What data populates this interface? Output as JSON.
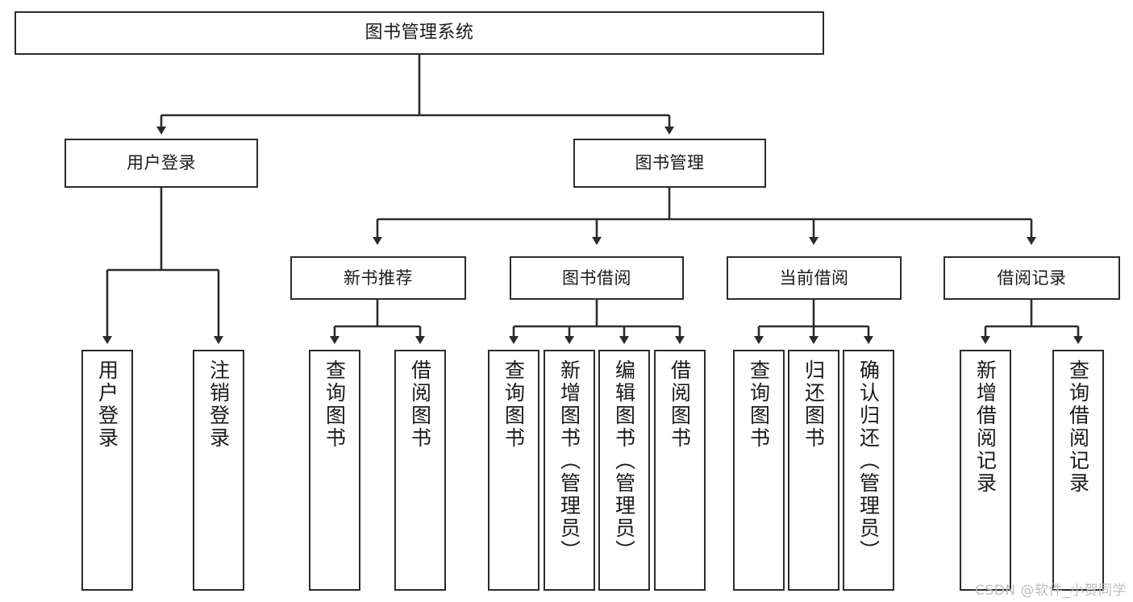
{
  "diagram": {
    "title": "图书管理系统",
    "type": "tree-hierarchy",
    "stroke_color": "#2b2b2b",
    "fill_color": "#ffffff",
    "text_color": "#1a1a1a"
  },
  "nodes": {
    "root": {
      "label": "图书管理系统"
    },
    "level2": [
      {
        "id": "user-login",
        "label": "用户登录"
      },
      {
        "id": "book-manage",
        "label": "图书管理"
      }
    ],
    "level3": [
      {
        "id": "new-book-recommend",
        "label": "新书推荐"
      },
      {
        "id": "book-borrow",
        "label": "图书借阅"
      },
      {
        "id": "current-borrow",
        "label": "当前借阅"
      },
      {
        "id": "borrow-record",
        "label": "借阅记录"
      }
    ],
    "leaves": [
      {
        "id": "leaf-user-login",
        "label": "用户登录"
      },
      {
        "id": "leaf-user-logout",
        "label": "注销登录"
      },
      {
        "id": "leaf-query-book-1",
        "label": "查询图书"
      },
      {
        "id": "leaf-borrow-book-1",
        "label": "借阅图书"
      },
      {
        "id": "leaf-query-book-2",
        "label": "查询图书"
      },
      {
        "id": "leaf-add-book",
        "label": "新增图书（管理员）"
      },
      {
        "id": "leaf-edit-book",
        "label": "编辑图书（管理员）"
      },
      {
        "id": "leaf-borrow-book-2",
        "label": "借阅图书"
      },
      {
        "id": "leaf-query-book-3",
        "label": "查询图书"
      },
      {
        "id": "leaf-return-book",
        "label": "归还图书"
      },
      {
        "id": "leaf-confirm-return",
        "label": "确认归还（管理员）"
      },
      {
        "id": "leaf-add-record",
        "label": "新增借阅记录"
      },
      {
        "id": "leaf-query-record",
        "label": "查询借阅记录"
      }
    ]
  },
  "watermark": {
    "text": "CSDN @软件_小贺同学"
  }
}
